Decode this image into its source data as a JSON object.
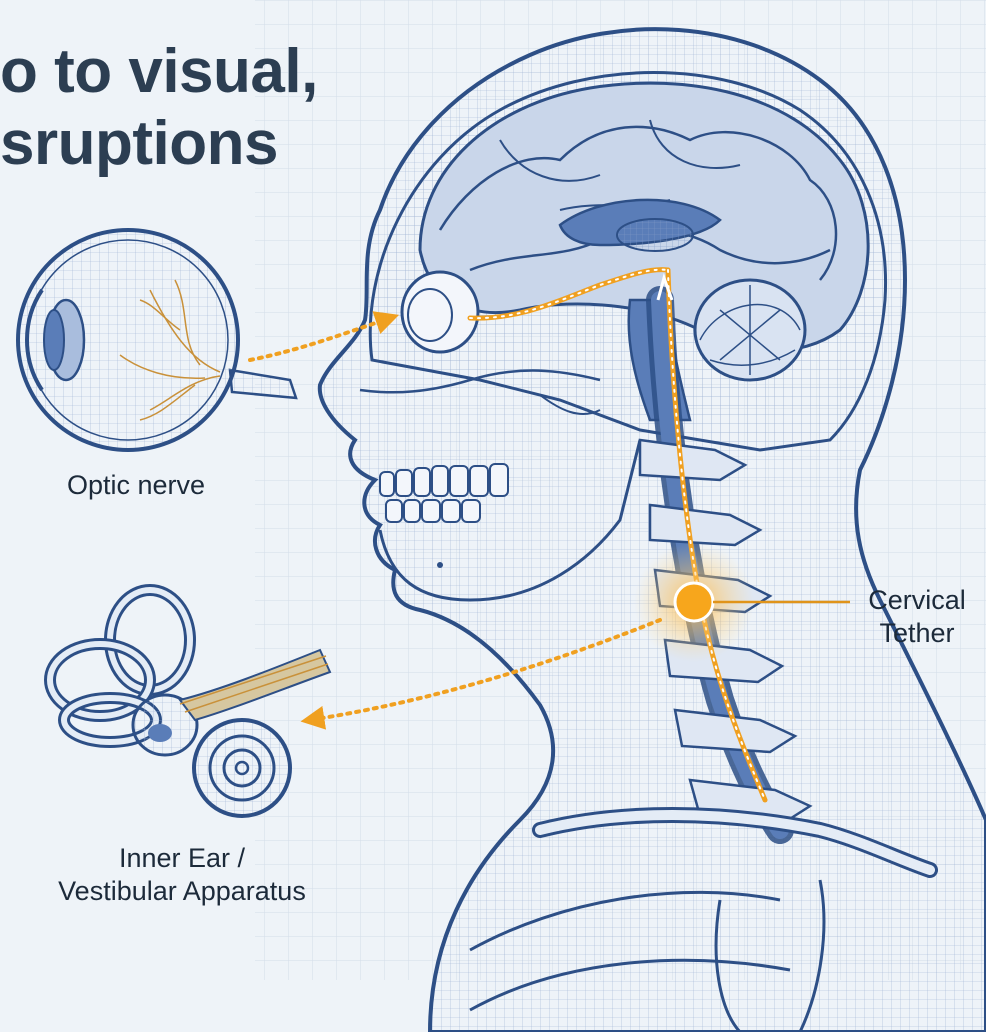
{
  "title": {
    "line1": "o to visual,",
    "line2": "sruptions"
  },
  "labels": {
    "optic_nerve": "Optic nerve",
    "inner_ear_line1": "Inner Ear /",
    "inner_ear_line2": "Vestibular Apparatus",
    "cervical_line1": "Cervical",
    "cervical_line2": "Tether"
  },
  "colors": {
    "background": "#eef3f8",
    "line_blue": "#2d4f86",
    "fill_blue": "#5a7db8",
    "accent_orange": "#f0a020",
    "label_text": "#1c2a3a"
  },
  "icons": [
    "eyeball-icon",
    "inner-ear-icon",
    "head-skeleton-icon",
    "brain-icon",
    "spine-icon"
  ]
}
